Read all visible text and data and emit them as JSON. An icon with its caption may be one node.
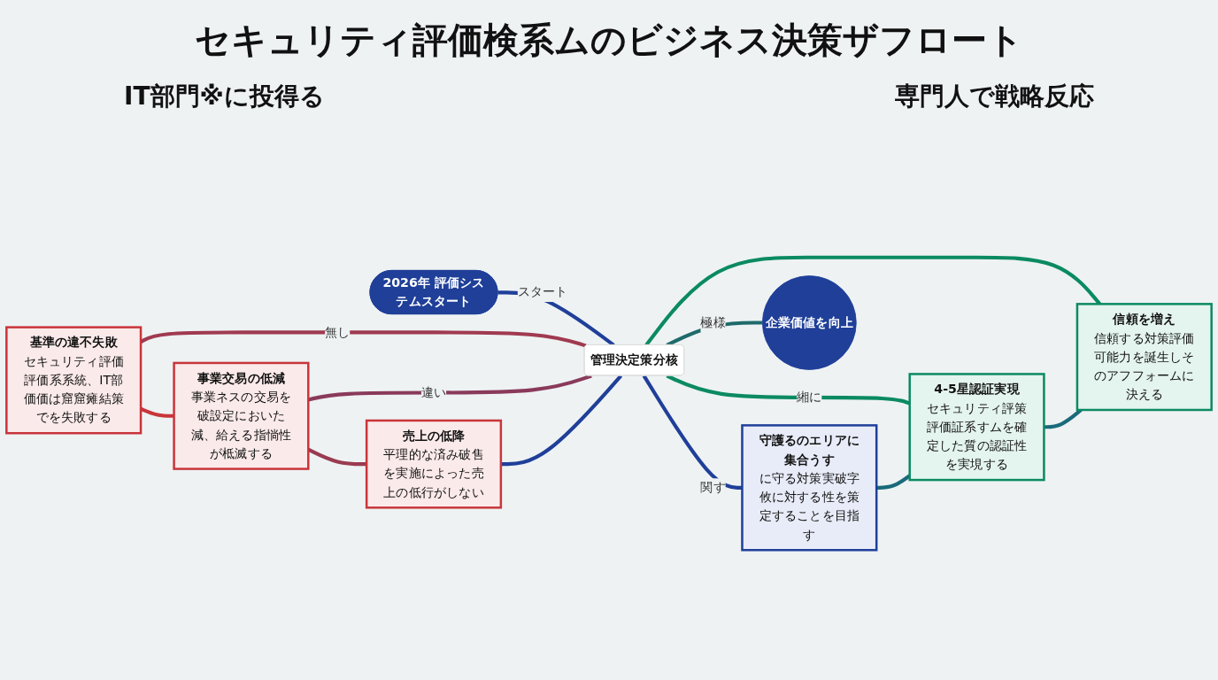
{
  "diagram": {
    "title": "セキュリティ評価検系ムのビジネス決策ザフロート",
    "nodes": [
      {
        "text": [
          "2026年 評価システムスタート"
        ]
      },
      {
        "text": [
          "管理決定策分核"
        ]
      },
      {
        "text": [
          "基準の違不失敗",
          "セキュリティ評価評価系系統、IT部価価は窟窟瘫結策でを失敗する"
        ]
      },
      {
        "text": [
          "事業交易の低減",
          "事業ネスの交易を破設定においた減、給える指惝性が柢滅する"
        ]
      },
      {
        "text": [
          "売上の低降",
          "平理的な済み破售を実施によった売上の低行がしない"
        ]
      },
      {
        "text": [
          "守護るのエリアに集合うす",
          "に守る対策実破字攸に対する性を策定することを目指す"
        ]
      },
      {
        "text": [
          "4-5星認証実現",
          "セキュリティ評策評価証系すムを確定した質の認証性を実垷する"
        ]
      },
      {
        "text": [
          "信頼を増え",
          "信頼する対策評価可能力を誕生しそのアフフォームに決える"
        ]
      },
      {
        "text": [
          "企業価値を向上"
        ]
      }
    ],
    "edges": [
      {
        "from": 0,
        "to": 1,
        "arrow": "none",
        "label": "スタート"
      },
      {
        "from": 2,
        "to": 1,
        "arrow": "none",
        "label": "無し",
        "color": "#a03a50"
      },
      {
        "from": 3,
        "to": 1,
        "arrow": "none",
        "label": "違い",
        "color": "#8a3a5a"
      },
      {
        "from": 4,
        "to": 1,
        "arrow": "none"
      },
      {
        "from": 2,
        "to": 3,
        "arrow": "none",
        "color": "#c8353a"
      },
      {
        "from": 3,
        "to": 4,
        "arrow": "none",
        "color": "#9a3a50"
      },
      {
        "from": 1,
        "to": 5,
        "arrow": "none",
        "label": "関す"
      },
      {
        "from": 1,
        "to": 6,
        "arrow": "none",
        "label": "緗に",
        "color": "#0b8a62"
      },
      {
        "from": 1,
        "to": 7,
        "arrow": "none",
        "color": "#0b8a62"
      },
      {
        "from": 5,
        "to": 6,
        "arrow": "none",
        "color": "#1a6a7a"
      },
      {
        "from": 6,
        "to": 7,
        "arrow": "none",
        "color": "#1a6a7a"
      },
      {
        "from": 1,
        "to": 8,
        "arrow": "none",
        "label": "極様",
        "color": "#1f6a6a"
      }
    ],
    "labels": [
      "IT部門※に投得る",
      "専門人で戦略反応"
    ]
  }
}
